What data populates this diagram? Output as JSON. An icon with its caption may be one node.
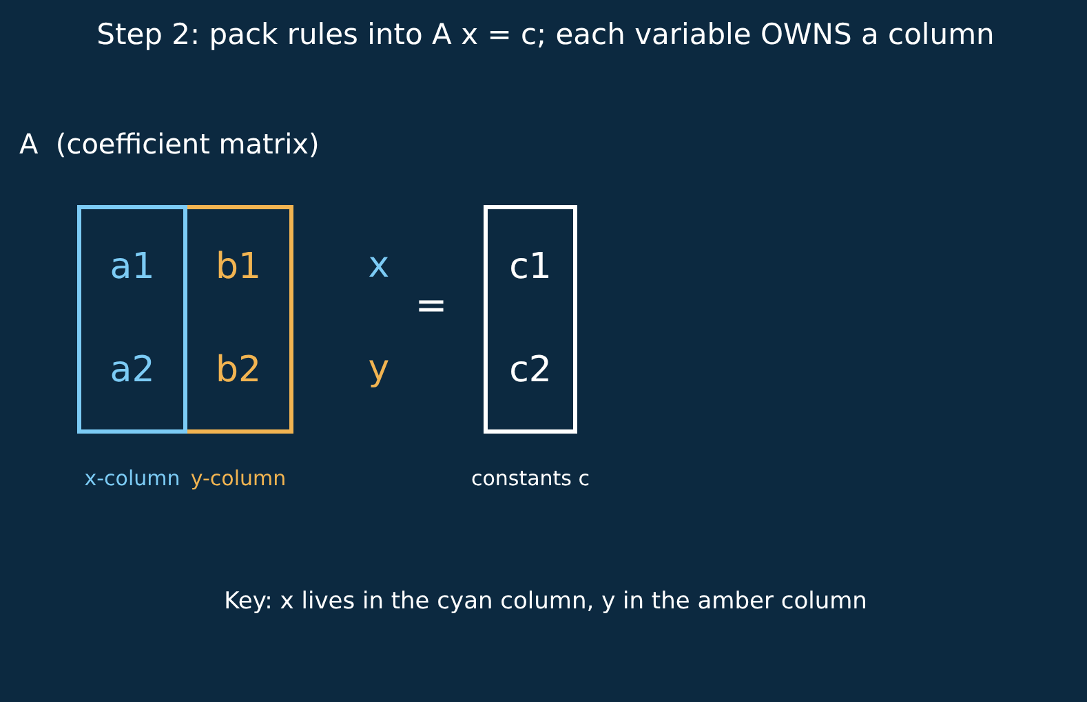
{
  "diagram": {
    "title": "Step 2: pack rules into A x = c; each variable OWNS a column",
    "nodes": [
      {
        "text": [
          "a1",
          "a2"
        ],
        "beside": [
          "x-column"
        ]
      },
      {
        "text": [
          "b1",
          "b2"
        ],
        "beside": [
          "y-column"
        ]
      },
      {
        "text": [
          "c1",
          "c2"
        ],
        "beside": [
          "constants c"
        ]
      }
    ],
    "labels": [
      "A  (coefficient matrix)",
      "x",
      "y",
      "="
    ],
    "caption": "Key: x lives in the cyan column, y in the amber column"
  }
}
